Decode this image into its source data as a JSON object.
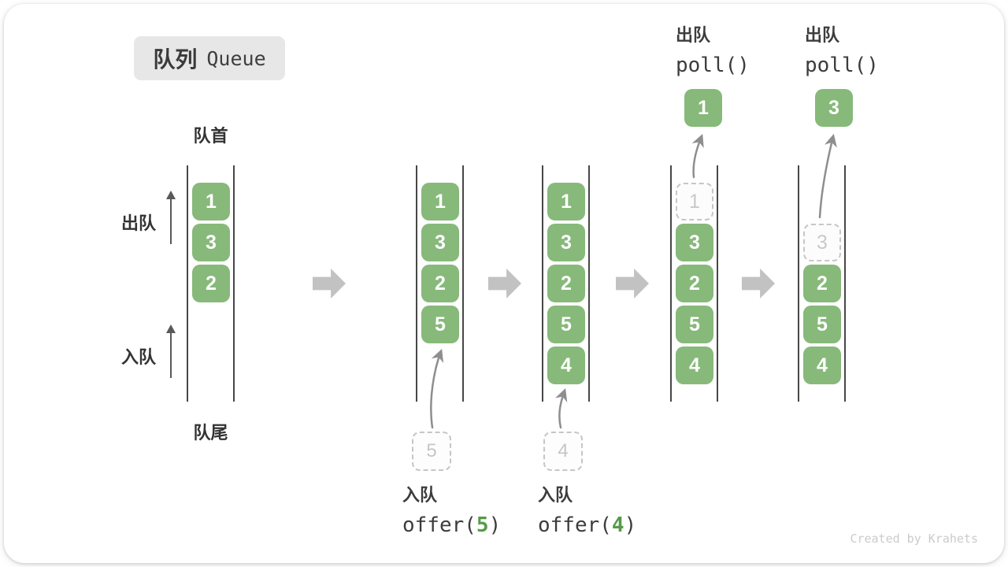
{
  "title": {
    "zh": "队列",
    "en": "Queue"
  },
  "side_labels": {
    "front": "队首",
    "rear": "队尾",
    "dequeue": "出队",
    "enqueue": "入队"
  },
  "states": [
    {
      "slots": [
        {
          "value": "1"
        },
        {
          "value": "3"
        },
        {
          "value": "2"
        }
      ]
    },
    {
      "slots": [
        {
          "value": "1"
        },
        {
          "value": "3"
        },
        {
          "value": "2"
        },
        {
          "value": "5"
        }
      ],
      "incoming": {
        "value": "5"
      },
      "op": {
        "label": "入队",
        "code_before": "offer(",
        "arg": "5",
        "code_after": ")"
      }
    },
    {
      "slots": [
        {
          "value": "1"
        },
        {
          "value": "3"
        },
        {
          "value": "2"
        },
        {
          "value": "5"
        },
        {
          "value": "4"
        }
      ],
      "incoming": {
        "value": "4"
      },
      "op": {
        "label": "入队",
        "code_before": "offer(",
        "arg": "4",
        "code_after": ")"
      }
    },
    {
      "slots": [
        {
          "value": "1",
          "dashed": true
        },
        {
          "value": "3"
        },
        {
          "value": "2"
        },
        {
          "value": "5"
        },
        {
          "value": "4"
        }
      ],
      "outgoing": {
        "value": "1"
      },
      "op": {
        "label": "出队",
        "code": "poll()"
      }
    },
    {
      "slots": [
        {
          "value": "3",
          "dashed": true,
          "slot_position": 1
        },
        {
          "value": "2"
        },
        {
          "value": "5"
        },
        {
          "value": "4"
        }
      ],
      "outgoing": {
        "value": "3"
      },
      "op": {
        "label": "出队",
        "code": "poll()"
      }
    }
  ],
  "icons": {
    "transition": "block-arrow-right",
    "direction": "arrow-up",
    "move": "curved-arrow"
  },
  "colors": {
    "box_green": "#87b97a",
    "accent_green": "#569a48",
    "block_arrow_gray": "#c2c2c2",
    "channel_line": "#474747",
    "dashed_border": "#c6c6c6",
    "badge_bg": "#e7e7e7",
    "curve_arrow": "#8e8e8e",
    "dark_arrow": "#595959",
    "watermark_gray": "#cbcbcb"
  },
  "watermark": "Created by Krahets"
}
